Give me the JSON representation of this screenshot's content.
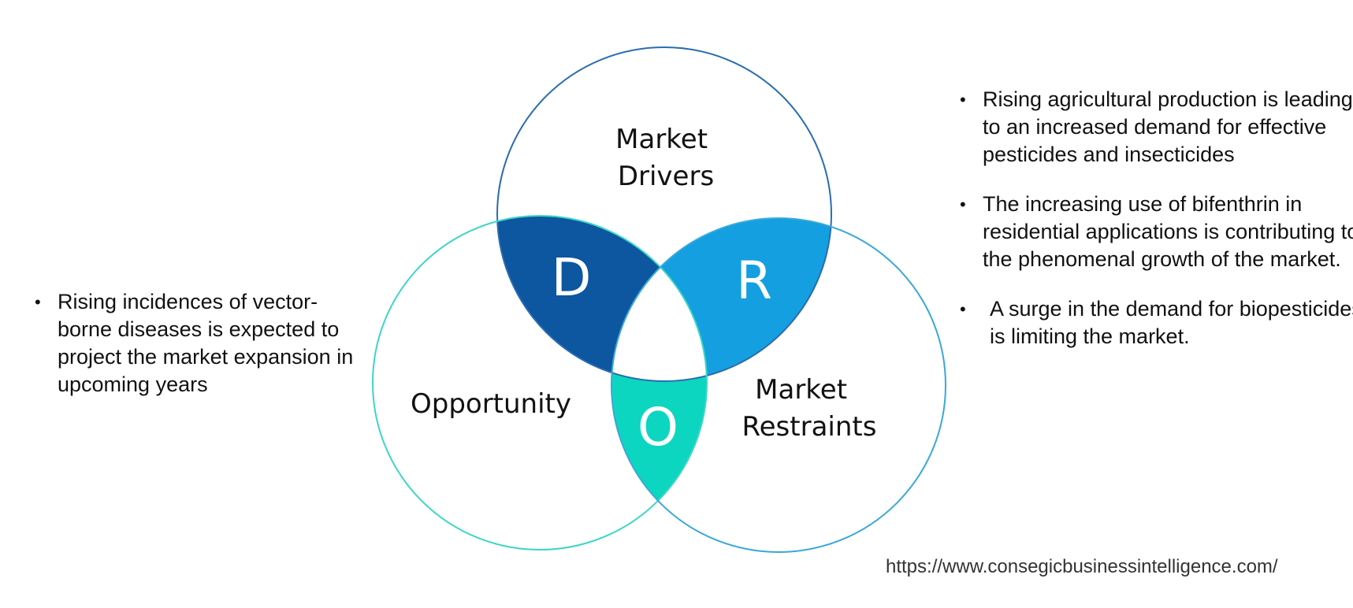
{
  "diagram": {
    "circles": {
      "drivers": {
        "label_lines": [
          "Market",
          "Drivers"
        ],
        "stroke": "#2a6cb0"
      },
      "opportunity": {
        "label_lines": [
          "Opportunity"
        ],
        "stroke": "#3dd6c6"
      },
      "restraints": {
        "label_lines": [
          "Market",
          "Restraints"
        ],
        "stroke": "#3aa8d8"
      }
    },
    "overlaps": {
      "d": {
        "letter": "D",
        "color": "#0d56a0"
      },
      "r": {
        "letter": "R",
        "color": "#149fe0"
      },
      "o": {
        "letter": "O",
        "color": "#0dd6c0"
      }
    }
  },
  "opportunity_points": [
    "Rising incidences of vector-borne diseases is expected to project the market expansion in upcoming years"
  ],
  "driver_points": [
    "Rising agricultural production is leading to an increased demand for effective pesticides and insecticides",
    "The increasing use of bifenthrin in residential applications is contributing to the phenomenal growth of the market."
  ],
  "restraint_points": [
    "A surge in the demand for biopesticides is limiting the market."
  ],
  "source_url": "https://www.consegicbusinessintelligence.com/"
}
